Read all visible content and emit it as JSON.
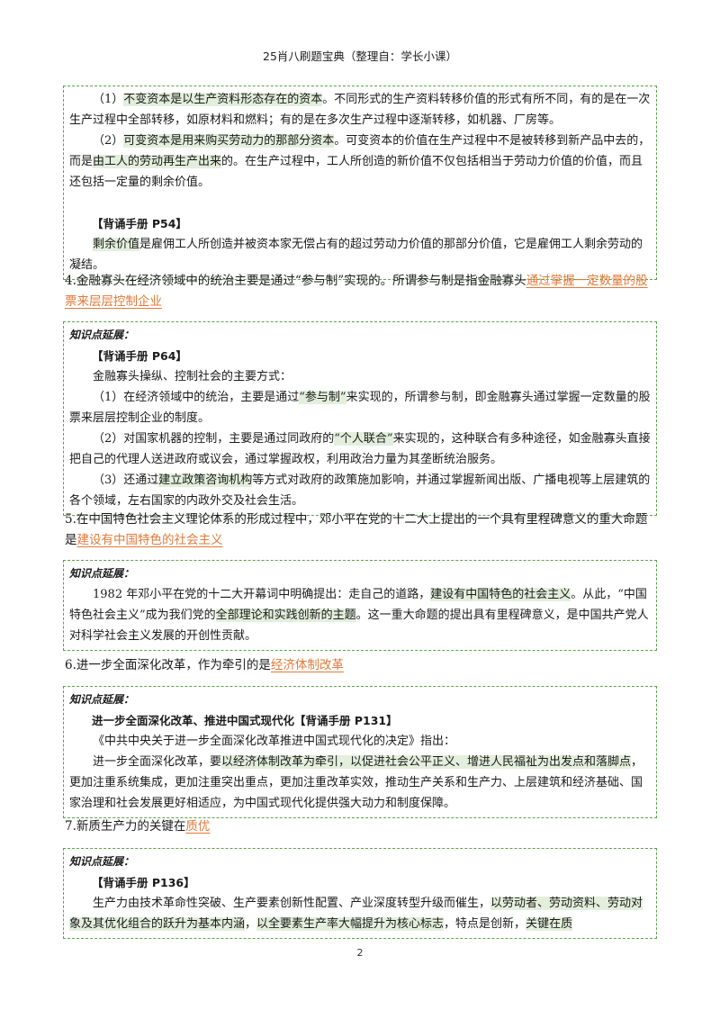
{
  "header": "25肖八刷题宝典（整理自：学长小课）",
  "page_number": "2",
  "ext_label": "知识点延展：",
  "box1": {
    "p1_pre": "（1）",
    "p1_hl": "不变资本是以生产资料形态存在的资本",
    "p1_post": "。不同形式的生产资料转移价值的形式有所不同，有的是在一次生产过程中全部转移，如原材料和燃料；有的是在多次生产过程中逐渐转移，如机器、厂房等。",
    "p2_pre": "（2）",
    "p2_hl": "可变资本是用来购买劳动力的那部分资本",
    "p2_mid": "。可变资本的价值在生产过程中不是被转移到新产品中去的，而是",
    "p2_hl2": "由工人的劳动再生产出来",
    "p2_post": "的。在生产过程中，工人所创造的新价值不仅包括相当于劳动力价值的价值，而且还包括一定量的剩余价值。",
    "ref": "【背诵手册 P54】",
    "p3_hl": "剩余价值",
    "p3_post": "是雇佣工人所创造并被资本家无偿占有的超过劳动力价值的那部分价值，它是雇佣工人剩余劳动的凝结。"
  },
  "q4": {
    "text": "4.金融寡头在经济领域中的统治主要是通过“参与制”实现的。所谓参与制是指金融寡头",
    "answer": "通过掌握一定数量的股票来层层控制企业"
  },
  "box2": {
    "ref": "【背诵手册 P64】",
    "intro": "金融寡头操纵、控制社会的主要方式：",
    "p1_pre": "（1）在经济领域中的统治，主要是通过",
    "p1_hl": "“参与制”",
    "p1_post": "来实现的，所谓参与制，即金融寡头通过掌握一定数量的股票来层层控制企业的制度。",
    "p2_pre": "（2）对国家机器的控制，主要是通过同政府的",
    "p2_hl": "“个人联合”",
    "p2_post": "来实现的，这种联合有多种途径，如金融寡头直接把自己的代理人送进政府或议会，通过掌握政权，利用政治力量为其垄断统治服务。",
    "p3_pre": "（3）还通过",
    "p3_hl": "建立政策咨询机构",
    "p3_post": "等方式对政府的政策施加影响，并通过掌握新闻出版、广播电视等上层建筑的各个领域，左右国家的内政外交及社会生活。"
  },
  "q5": {
    "text": "5.在中国特色社会主义理论体系的形成过程中，邓小平在党的十二大上提出的一个具有里程碑意义的重大命题是",
    "answer": "建设有中国特色的社会主义"
  },
  "box3": {
    "p_pre": "1982 年邓小平在党的十二大开幕词中明确提出：走自己的道路，",
    "p_hl": "建设有中国特色的社会主义",
    "p_mid": "。从此，“中国特色社会主义”成为我们党的",
    "p_hl2": "全部理论和实践创新的主题",
    "p_post": "。这一重大命题的提出具有里程碑意义，是中国共产党人对科学社会主义发展的开创性贡献。"
  },
  "q6": {
    "text": "6.进一步全面深化改革，作为牵引的是",
    "answer": "经济体制改革"
  },
  "box4": {
    "title": "进一步全面深化改革、推进中国式现代化【背诵手册 P131】",
    "intro": "《中共中央关于进一步全面深化改革推进中国式现代化的决定》指出：",
    "p_pre": "进一步全面深化改革，要",
    "p_hl": "以经济体制改革为牵引，以促进社会公平正义、增进人民福祉为出发点和落脚点",
    "p_post": "，更加注重系统集成，更加注重突出重点，更加注重改革实效，推动生产关系和生产力、上层建筑和经济基础、国家治理和社会发展更好相适应，为中国式现代化提供强大动力和制度保障。"
  },
  "q7": {
    "text": "7.新质生产力的关键在",
    "answer": "质优"
  },
  "box5": {
    "ref": "【背诵手册 P136】",
    "p_pre": "生产力由技术革命性突破、生产要素创新性配置、产业深度转型升级而催生，",
    "p_hl": "以劳动者、劳动资料、劳动对象及其优化组合的跃升为基本内涵",
    "p_mid": "，",
    "p_hl2": "以全要素生产率大幅提升为核心标志",
    "p_mid2": "，特点是创新，",
    "p_hl3": "关键在质"
  }
}
